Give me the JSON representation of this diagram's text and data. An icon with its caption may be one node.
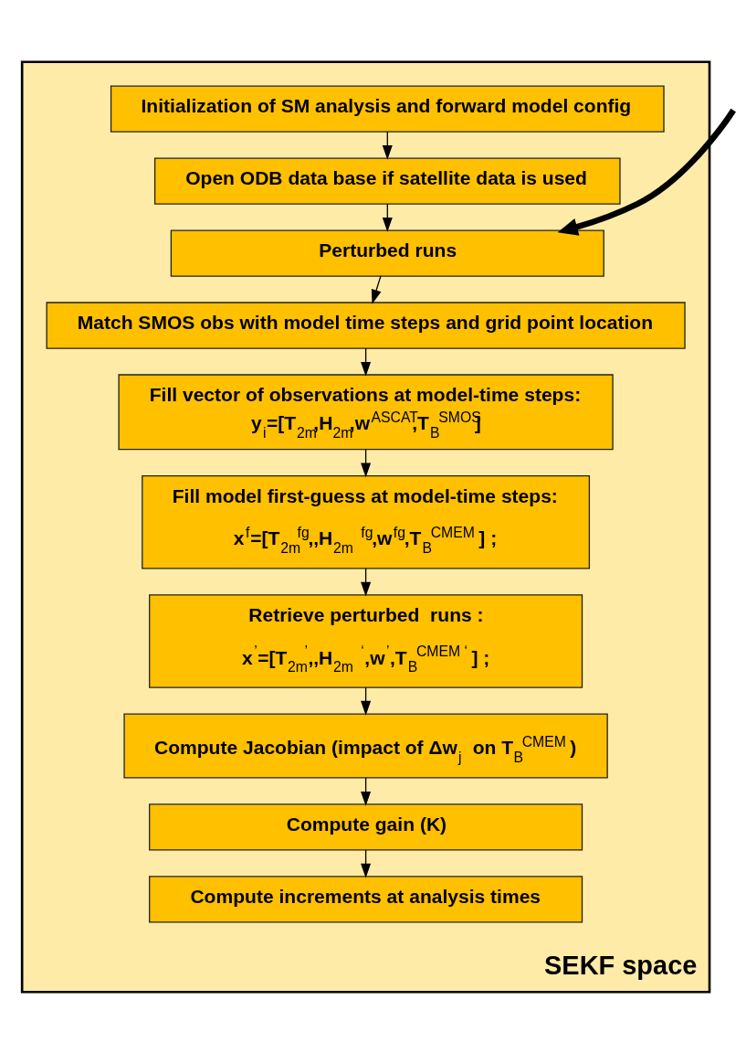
{
  "diagram": {
    "nodes": [
      {
        "text": [
          "SEKF space"
        ]
      },
      {
        "text": [
          "Initialization of SM analysis and forward model config"
        ],
        "in": 0
      },
      {
        "text": [
          "Open ODB data base if satellite data is used"
        ],
        "in": 0
      },
      {
        "text": [
          "Perturbed runs"
        ],
        "in": 0
      },
      {
        "text": [
          "Match SMOS obs with model time steps and grid point location"
        ],
        "in": 0
      },
      {
        "text": [
          "Fill vector of observations at model-time steps:",
          "y$_{i}$=[T$_{2m}$,H$_{2m}$,w$^{ASCAT}$,T$_{B}$$^{SMOS}$]"
        ],
        "in": 0
      },
      {
        "text": [
          "Fill model first-guess at model-time steps:",
          "x$^{f}$=[T$_{2m}$$^{fg}$,,H$_{2m}$ $^{fg}$,w$^{fg}$,T$_{B}$$^{CMEM}$ ] ;"
        ],
        "in": 0
      },
      {
        "text": [
          "Retrieve perturbed  runs :",
          "x$^{’}$=[T$_{2m}$$^{’}$,,H$_{2m}$ $^{‘}$,w$^{’}$,T$_{B}$$^{CMEM ‘}$ ] ;"
        ],
        "in": 0
      },
      {
        "text": [
          "Compute Jacobian (impact of Δw$_{j}$ on T$_{B}$$^{CMEM}$ )"
        ],
        "in": 0
      },
      {
        "text": [
          "Compute gain (K)"
        ],
        "in": 0
      },
      {
        "text": [
          "Compute increments at analysis times"
        ],
        "in": 0
      }
    ],
    "edges": [
      {
        "from": 1,
        "to": 2,
        "arrow": "to"
      },
      {
        "from": 2,
        "to": 3,
        "arrow": "to"
      },
      {
        "from": 3,
        "to": 4,
        "arrow": "to"
      },
      {
        "from": 4,
        "to": 5,
        "arrow": "to"
      },
      {
        "from": 5,
        "to": 6,
        "arrow": "to"
      },
      {
        "from": 6,
        "to": 7,
        "arrow": "to"
      },
      {
        "from": 7,
        "to": 8,
        "arrow": "to"
      },
      {
        "from": 8,
        "to": 9,
        "arrow": "to"
      },
      {
        "from": 9,
        "to": 10,
        "arrow": "to"
      },
      {
        "from": null,
        "to": 3,
        "arrow": "to",
        "style": "thick"
      }
    ]
  }
}
